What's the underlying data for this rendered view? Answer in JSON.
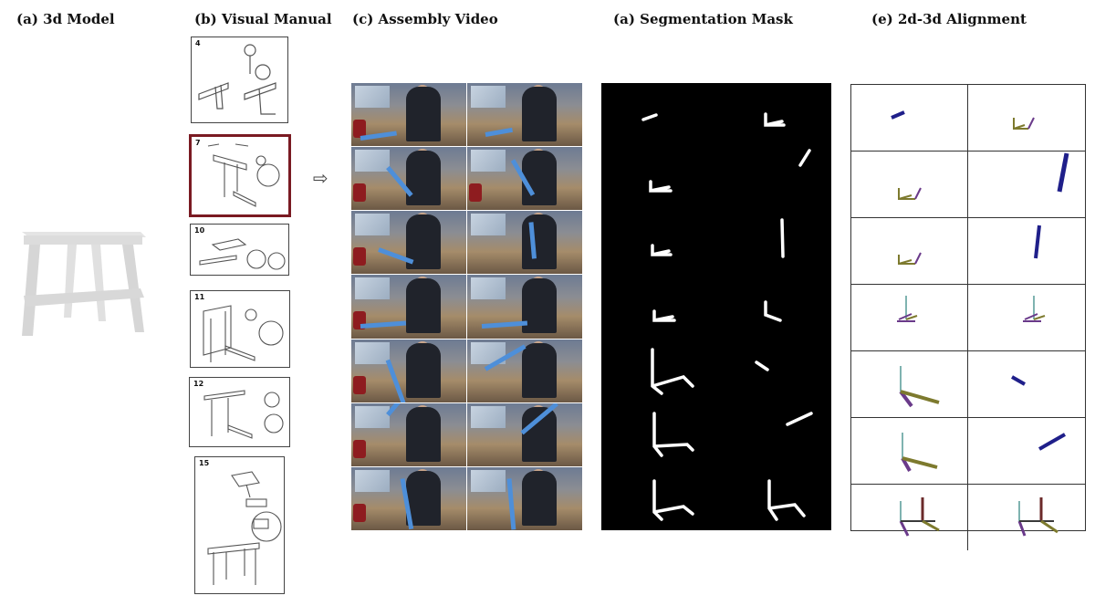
{
  "panels": {
    "a_title": "(a) 3d Model",
    "b_title": "(b) Visual Manual",
    "c_title": "(c) Assembly Video",
    "d_title": "(a) Segmentation Mask",
    "e_title": "(e) 2d-3d Alignment"
  },
  "manual_steps": [
    {
      "num": "4"
    },
    {
      "num": "7"
    },
    {
      "num": "10"
    },
    {
      "num": "11"
    },
    {
      "num": "12"
    },
    {
      "num": "15"
    }
  ],
  "arrow": "⇨",
  "colors": {
    "accent": "#7a1a22",
    "stool": "#dcdcdc",
    "mask_bg": "#000000",
    "leg_blue": "#4e8fd9",
    "align_navy": "#1f1f8a",
    "align_olive": "#7d7a2e",
    "align_purple": "#6a3a8a",
    "align_teal": "#7fb3b0",
    "align_maroon": "#6b2a2a"
  }
}
